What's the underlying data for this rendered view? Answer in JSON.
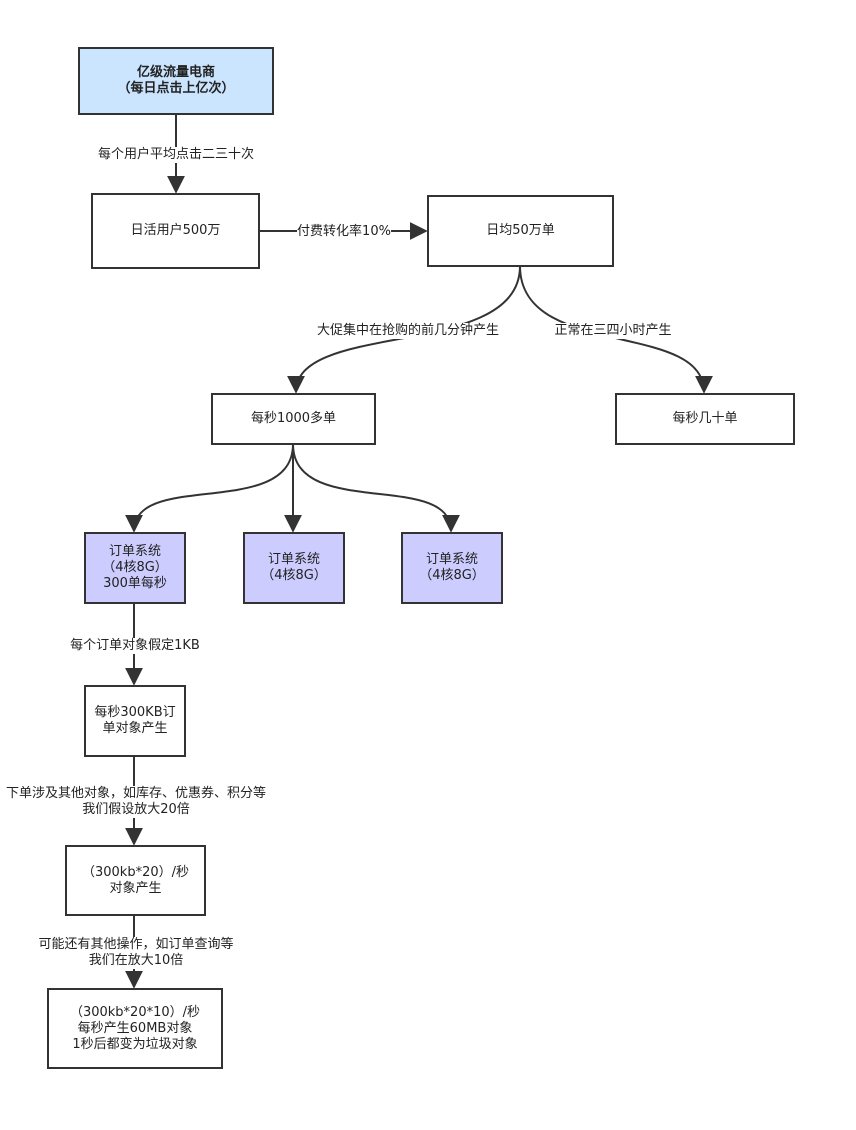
{
  "nodes": {
    "top": {
      "lines": [
        "亿级流量电商",
        "（每日点击上亿次）"
      ],
      "fill": "#cce5ff"
    },
    "dau": {
      "lines": [
        "日活用户500万"
      ]
    },
    "orders_daily": {
      "lines": [
        "日均50万单"
      ]
    },
    "peak": {
      "lines": [
        "每秒1000多单"
      ]
    },
    "normal": {
      "lines": [
        "每秒几十单"
      ]
    },
    "order_sys_1": {
      "lines": [
        "订单系统",
        "（4核8G）",
        "300单每秒"
      ],
      "fill": "#ccccff"
    },
    "order_sys_2": {
      "lines": [
        "订单系统",
        "（4核8G）"
      ],
      "fill": "#ccccff"
    },
    "order_sys_3": {
      "lines": [
        "订单系统",
        "（4核8G）"
      ],
      "fill": "#ccccff"
    },
    "obj_300kb": {
      "lines": [
        "每秒300KB订",
        "单对象产生"
      ]
    },
    "obj_x20": {
      "lines": [
        "（300kb*20）/秒",
        "对象产生"
      ]
    },
    "obj_x10": {
      "lines": [
        "（300kb*20*10）/秒",
        "每秒产生60MB对象",
        "1秒后都变为垃圾对象"
      ]
    }
  },
  "edge_labels": {
    "clicks": [
      "每个用户平均点击二三十次"
    ],
    "conversion": [
      "付费转化率10%"
    ],
    "promo": [
      "大促集中在抢购的前几分钟产生"
    ],
    "normal_hours": [
      "正常在三四小时产生"
    ],
    "obj_size": [
      "每个订单对象假定1KB"
    ],
    "amplify20": [
      "下单涉及其他对象，如库存、优惠券、积分等",
      "我们假设放大20倍"
    ],
    "amplify10": [
      "可能还有其他操作，如订单查询等",
      "我们在放大10倍"
    ]
  },
  "colors": {
    "stroke": "#333333",
    "blue_fill": "#cce5ff",
    "purple_fill": "#ccccff"
  }
}
